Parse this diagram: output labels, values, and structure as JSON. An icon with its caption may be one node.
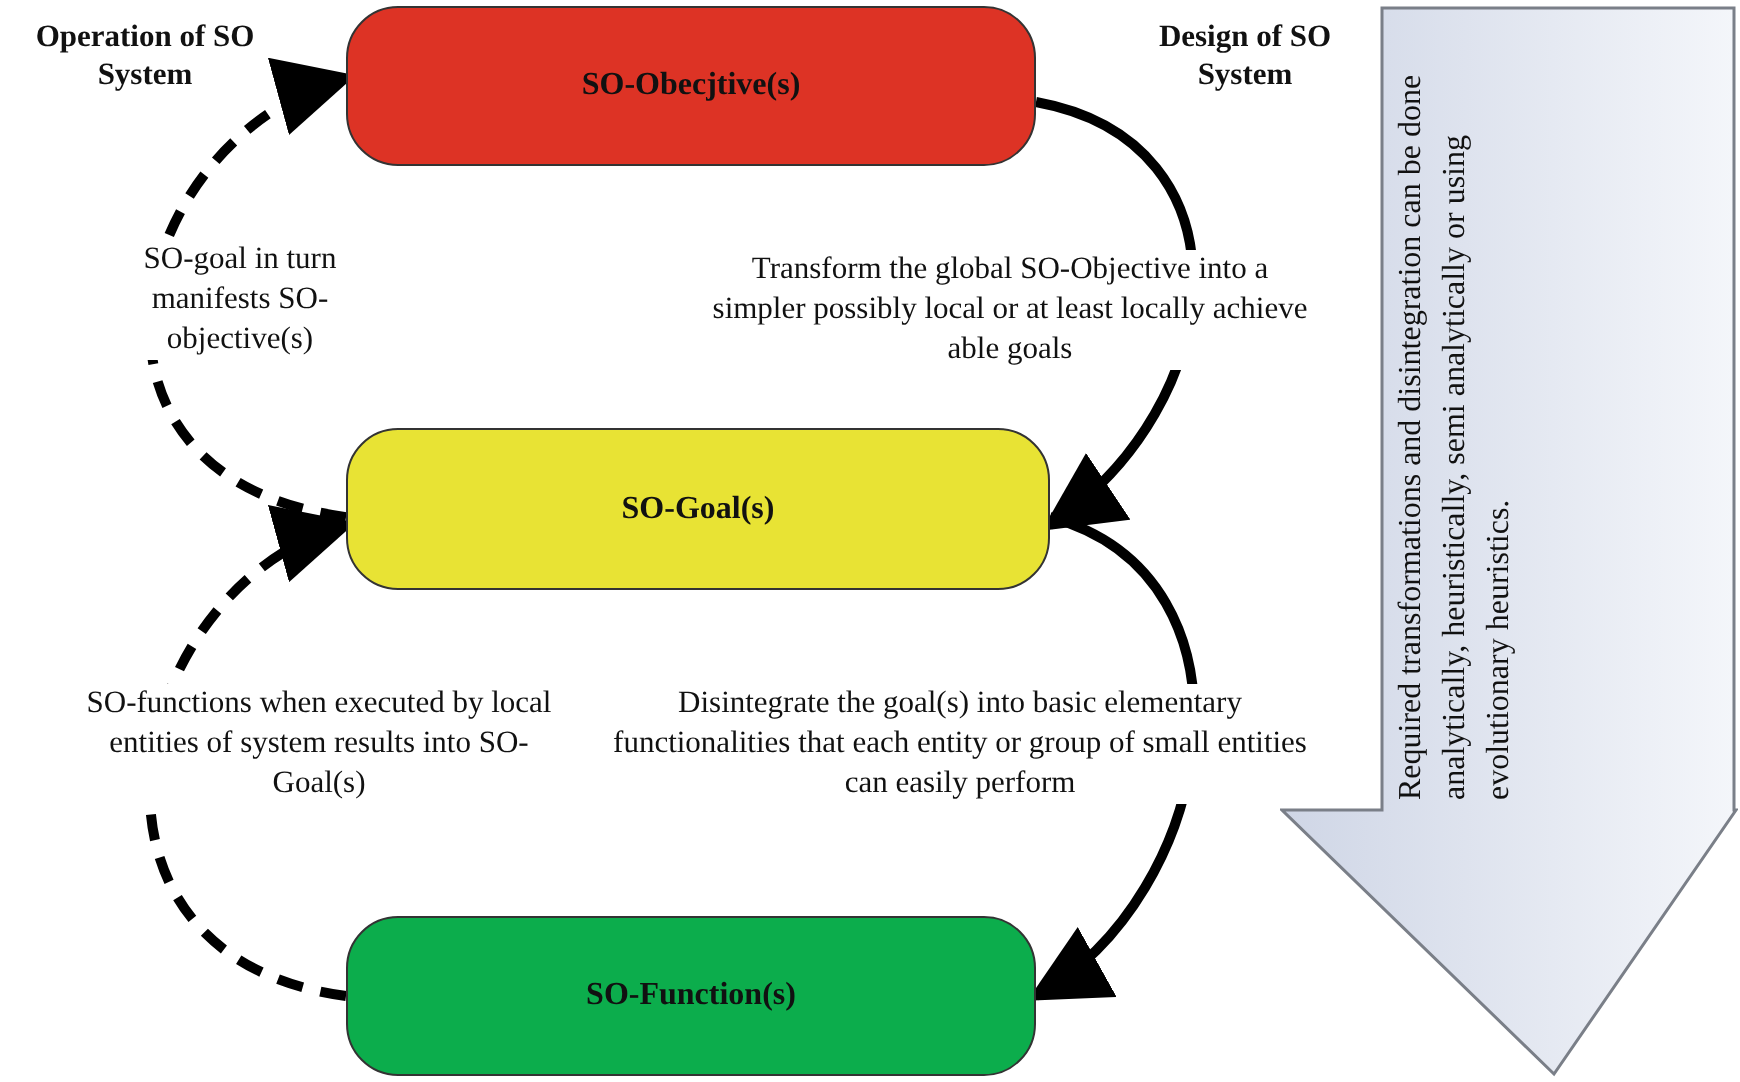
{
  "diagram": {
    "nodes": [
      {
        "text": [
          "SO-Obecjtive(s)"
        ]
      },
      {
        "text": [
          "SO-Goal(s)"
        ]
      },
      {
        "text": [
          "SO-Function(s)"
        ]
      },
      {
        "text": [
          "Required transformations and disintegration can be done analytically, heuristically, semi analytically or using evolutionary heuristics."
        ]
      }
    ],
    "edges": [
      {
        "from": 0,
        "to": 1,
        "arrow": "to",
        "label": "Transform the global SO-Objective into a simpler possibly local or at least locally achieve able goals"
      },
      {
        "from": 1,
        "to": 2,
        "arrow": "to",
        "label": "Disintegrate the goal(s) into basic elementary functionalities that each entity or group of small entities can easily perform"
      },
      {
        "from": 1,
        "to": 0,
        "arrow": "to",
        "style": "dashed",
        "label": "SO-goal in turn manifests SO-objective(s)"
      },
      {
        "from": 2,
        "to": 1,
        "arrow": "to",
        "style": "dashed",
        "label": "SO-functions when executed by local entities of system results into SO-Goal(s)"
      }
    ],
    "labels": [
      "Operation of SO System",
      "Design of SO System"
    ]
  }
}
